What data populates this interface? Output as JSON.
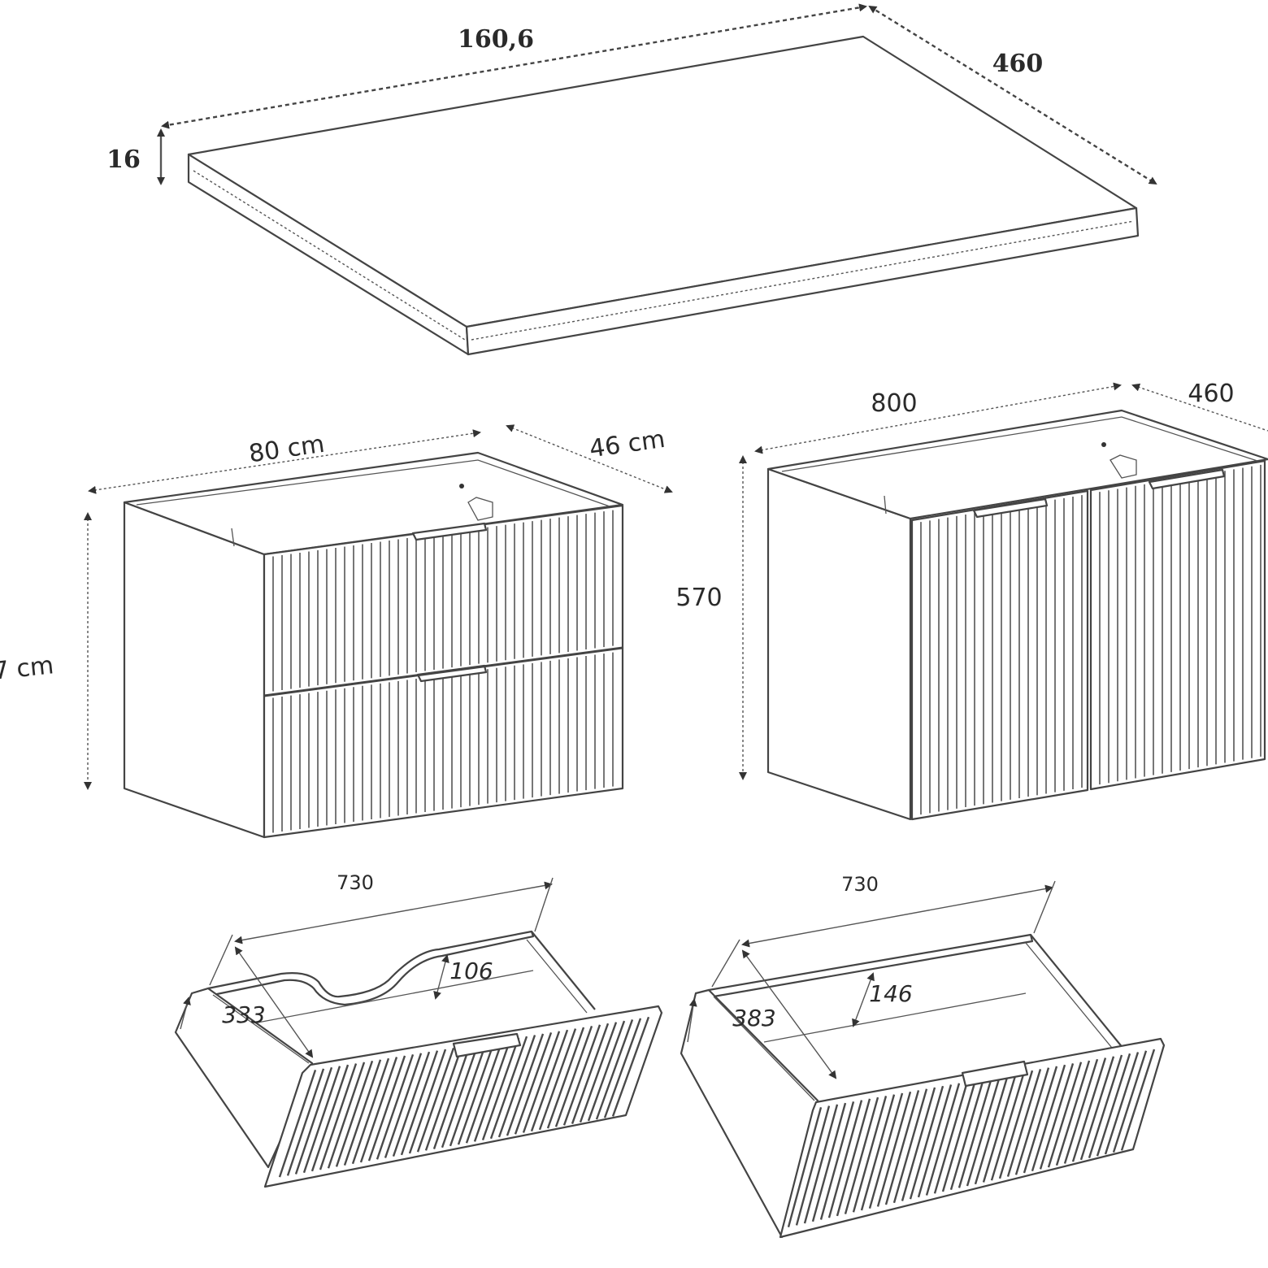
{
  "countertop": {
    "length_label": "160,6",
    "depth_label": "460",
    "thickness_label": "16"
  },
  "cabinet_drawers": {
    "width_label": "80 cm",
    "depth_label": "46 cm",
    "height_label": "7 cm"
  },
  "cabinet_doors": {
    "width_label": "800",
    "depth_label": "460",
    "height_label": "570"
  },
  "drawer_upper": {
    "width_label": "730",
    "depth_label": "333",
    "height_label": "106"
  },
  "drawer_lower": {
    "width_label": "730",
    "depth_label": "383",
    "height_label": "146"
  }
}
